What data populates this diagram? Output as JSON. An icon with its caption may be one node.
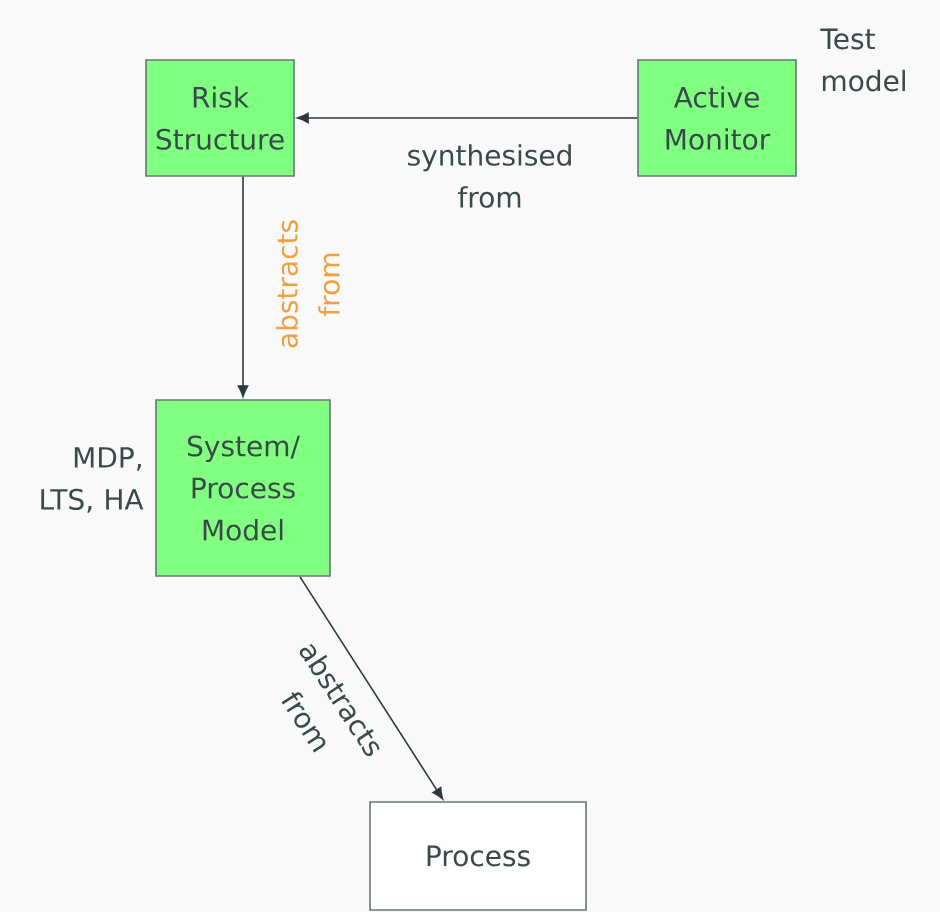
{
  "diagram": {
    "nodes": [
      {
        "text": [
          "Risk Structure"
        ]
      },
      {
        "text": [
          "Active Monitor"
        ],
        "beside": [
          "Test model"
        ]
      },
      {
        "text": [
          "System/ Process Model"
        ],
        "beside": [
          "MDP, LTS, HA"
        ]
      },
      {
        "text": [
          "Process"
        ]
      }
    ],
    "edges": [
      {
        "from": 1,
        "to": 0,
        "arrow": "to",
        "label": "synthesised from"
      },
      {
        "from": 0,
        "to": 2,
        "arrow": "to",
        "label": "abstracts from"
      },
      {
        "from": 2,
        "to": 3,
        "arrow": "to",
        "label": "abstracts from"
      }
    ]
  }
}
